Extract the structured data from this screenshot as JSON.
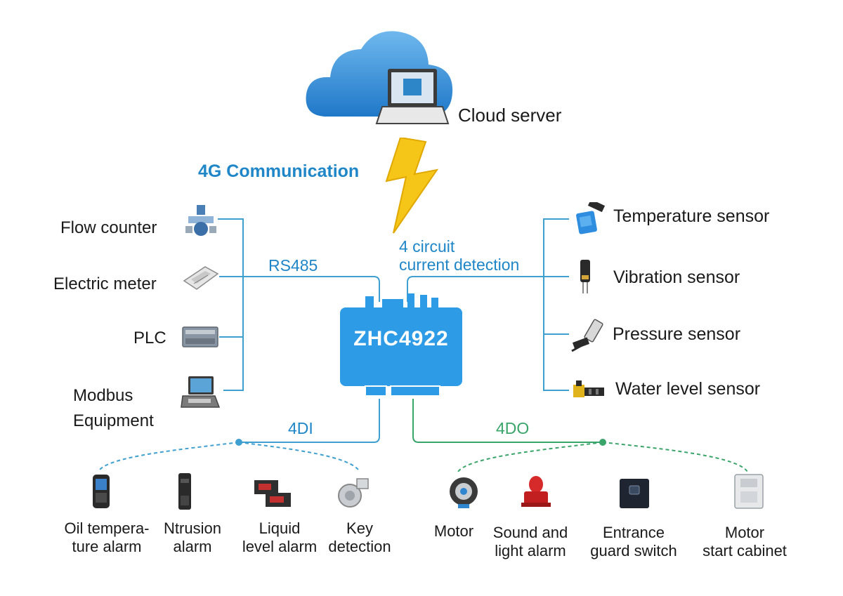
{
  "cloud": {
    "label": "Cloud server",
    "icon": "cloud-laptop-icon"
  },
  "link": {
    "label": "4G Communication",
    "icon": "lightning-bolt-icon"
  },
  "device": {
    "name": "ZHC4922",
    "color": "#2d9be6"
  },
  "buses": {
    "left": "RS485",
    "right": "4 circuit\ncurrent detection",
    "bottom_left": "4DI",
    "bottom_right": "4DO"
  },
  "left_devices": [
    {
      "label": "Flow counter",
      "icon": "flow-meter-icon"
    },
    {
      "label": "Electric meter",
      "icon": "electric-meter-icon"
    },
    {
      "label": "PLC",
      "icon": "plc-icon"
    },
    {
      "label": "Modbus\nEquipment",
      "icon": "modbus-equipment-icon"
    }
  ],
  "right_devices": [
    {
      "label": "Temperature sensor",
      "icon": "temperature-sensor-icon"
    },
    {
      "label": "Vibration sensor",
      "icon": "vibration-sensor-icon"
    },
    {
      "label": "Pressure sensor",
      "icon": "pressure-sensor-icon"
    },
    {
      "label": "Water level sensor",
      "icon": "water-level-sensor-icon"
    }
  ],
  "di_devices": [
    {
      "label": "Oil tempera-\nture alarm",
      "icon": "oil-temperature-alarm-icon"
    },
    {
      "label": "Ntrusion\nalarm",
      "icon": "intrusion-alarm-icon"
    },
    {
      "label": "Liquid\nlevel alarm",
      "icon": "liquid-level-alarm-icon"
    },
    {
      "label": "Key\ndetection",
      "icon": "key-detection-icon"
    }
  ],
  "do_devices": [
    {
      "label": "Motor",
      "icon": "motor-icon"
    },
    {
      "label": "Sound and\nlight alarm",
      "icon": "sound-light-alarm-icon"
    },
    {
      "label": "Entrance\nguard switch",
      "icon": "entrance-guard-switch-icon"
    },
    {
      "label": "Motor\nstart cabinet",
      "icon": "motor-start-cabinet-icon"
    }
  ],
  "colors": {
    "wire_blue": "#3f9fd0",
    "wire_green": "#3aa56a",
    "bolt": "#f5c518",
    "cloud": "#3a93d8"
  }
}
